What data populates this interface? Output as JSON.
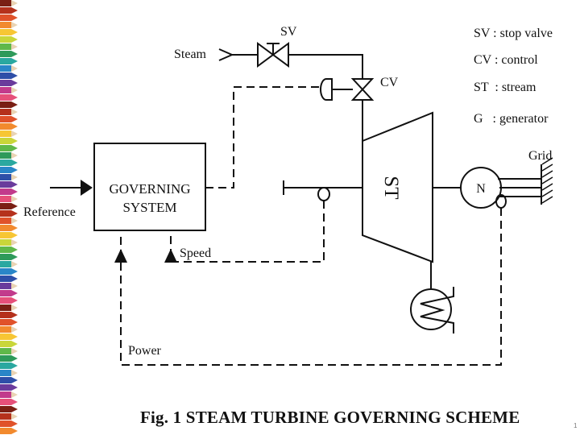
{
  "labels": {
    "steam": "Steam",
    "sv": "SV",
    "cv": "CV",
    "governing_line1": "GOVERNING",
    "governing_line2": "SYSTEM",
    "reference": "Reference",
    "speed": "Speed",
    "power": "Power",
    "st": "ST",
    "grid": "Grid",
    "motor": "N"
  },
  "legend": [
    "SV : stop valve",
    "CV : control",
    "ST  : stream",
    "G   : generator"
  ],
  "caption": "Fig. 1 STEAM TURBINE GOVERNING SCHEME",
  "page_number": "1",
  "colors": {
    "line": "#111111",
    "background": "#ffffff",
    "pencil_stripe": [
      "#7a1f14",
      "#b5311c",
      "#e0522a",
      "#f28a2e",
      "#f7c634",
      "#c9d63a",
      "#5fb84a",
      "#2e9a5a",
      "#2aa8a0",
      "#2a86c8",
      "#2e4fa8",
      "#6a3b9c",
      "#c23b8c",
      "#e6507a"
    ]
  }
}
